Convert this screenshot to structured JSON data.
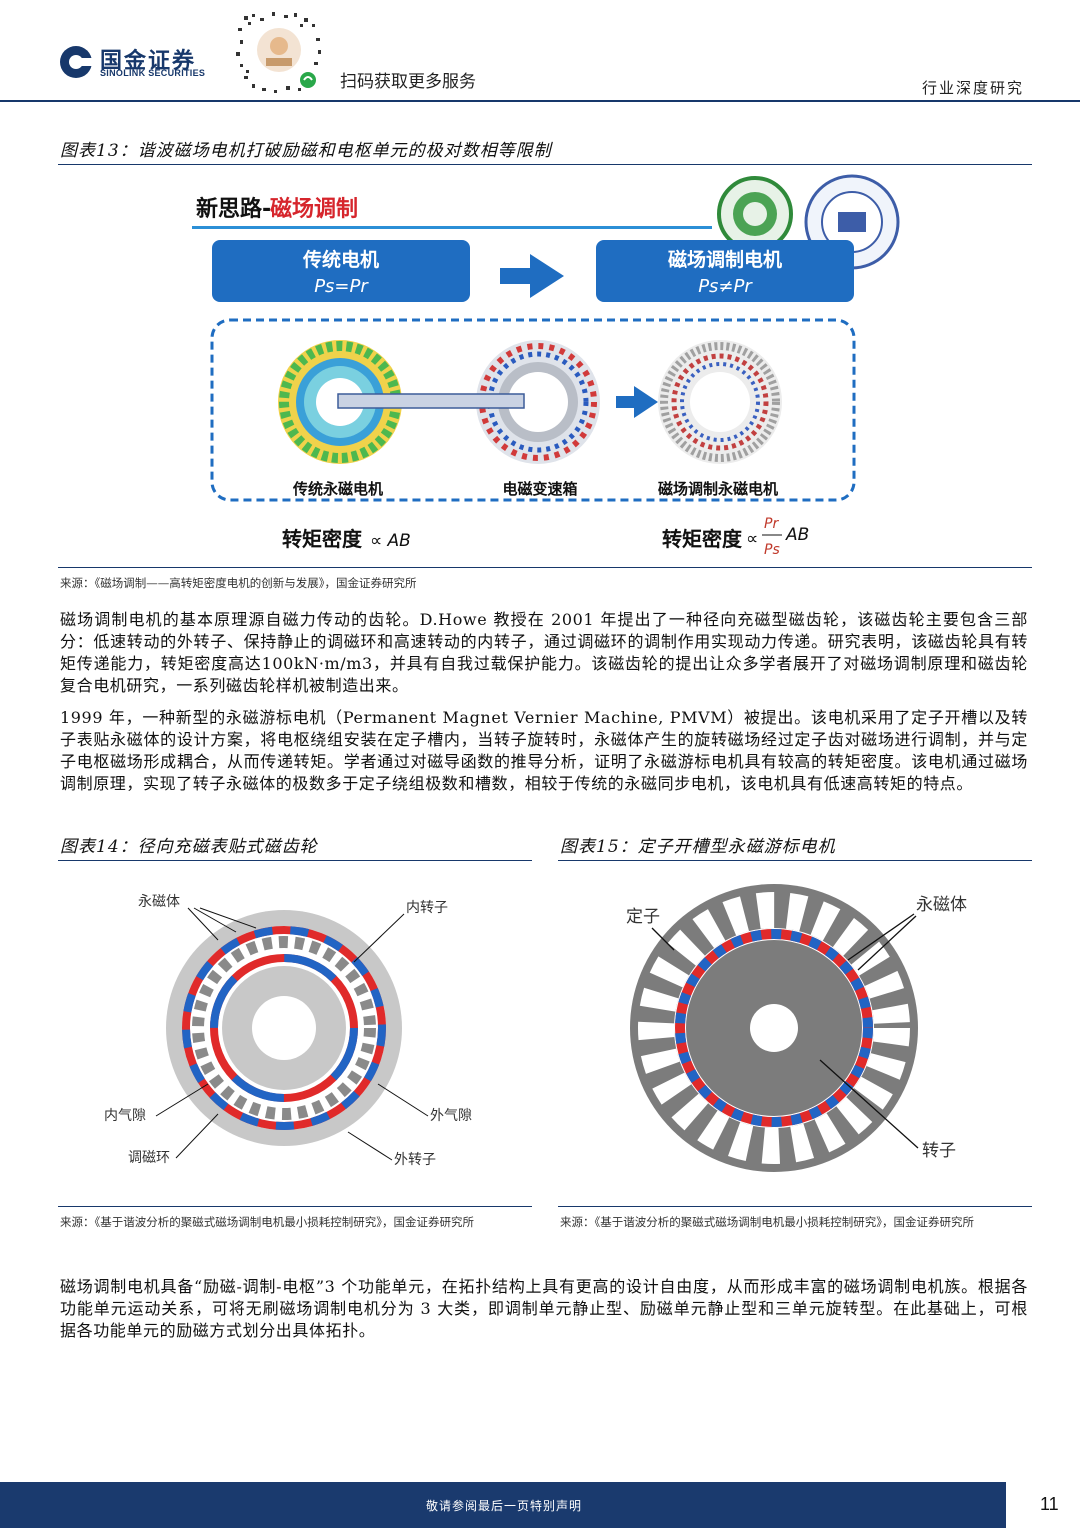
{
  "header": {
    "brand_cn": "国金证券",
    "brand_en": "SINOLINK SECURITIES",
    "scan_text": "扫码获取更多服务",
    "report_type": "行业深度研究"
  },
  "figure13": {
    "title": "图表13：谐波磁场电机打破励磁和电枢单元的极对数相等限制",
    "heading_prefix": "新思路-",
    "heading_highlight": "磁场调制",
    "box_left_title": "传统电机",
    "box_left_formula": "Ps=Pr",
    "box_right_title": "磁场调制电机",
    "box_right_formula": "Ps≠Pr",
    "label_1": "传统永磁电机",
    "label_2": "电磁变速箱",
    "label_3": "磁场调制永磁电机",
    "torque_left_label": "转矩密度",
    "torque_left_formula": "∝ AB",
    "torque_right_label": "转矩密度",
    "torque_right_num": "Pr",
    "torque_right_den": "Ps",
    "torque_right_prop": "∝",
    "torque_right_ab": "AB",
    "source": "来源：《磁场调制——高转矩密度电机的创新与发展》，国金证券研究所"
  },
  "paragraphs": {
    "p1": "磁场调制电机的基本原理源自磁力传动的齿轮。D.Howe 教授在 2001 年提出了一种径向充磁型磁齿轮，该磁齿轮主要包含三部分：低速转动的外转子、保持静止的调磁环和高速转动的内转子，通过调磁环的调制作用实现动力传递。研究表明，该磁齿轮具有转矩传递能力，转矩密度高达100kN·m/m3，并具有自我过载保护能力。该磁齿轮的提出让众多学者展开了对磁场调制原理和磁齿轮复合电机研究，一系列磁齿轮样机被制造出来。",
    "p2": "1999 年，一种新型的永磁游标电机（Permanent Magnet Vernier Machine, PMVM）被提出。该电机采用了定子开槽以及转子表贴永磁体的设计方案，将电枢绕组安装在定子槽内，当转子旋转时，永磁体产生的旋转磁场经过定子齿对磁场进行调制，并与定子电枢磁场形成耦合，从而传递转矩。学者通过对磁导函数的推导分析，证明了永磁游标电机具有较高的转矩密度。该电机通过磁场调制原理，实现了转子永磁体的极数多于定子绕组极数和槽数，相较于传统的永磁同步电机，该电机具有低速高转矩的特点。",
    "p3": "磁场调制电机具备“励磁-调制-电枢”3 个功能单元，在拓扑结构上具有更高的设计自由度，从而形成丰富的磁场调制电机族。根据各功能单元运动关系，可将无刷磁场调制电机分为 3 大类，即调制单元静止型、励磁单元静止型和三单元旋转型。在此基础上，可根据各功能单元的励磁方式划分出具体拓扑。"
  },
  "figure14": {
    "title": "图表14：径向充磁表贴式磁齿轮",
    "label_pm": "永磁体",
    "label_inner_rotor": "内转子",
    "label_inner_gap": "内气隙",
    "label_outer_gap": "外气隙",
    "label_mod_ring": "调磁环",
    "label_outer_rotor": "外转子",
    "source": "来源：《基于谐波分析的聚磁式磁场调制电机最小损耗控制研究》，国金证券研究所"
  },
  "figure15": {
    "title": "图表15：定子开槽型永磁游标电机",
    "label_stator": "定子",
    "label_pm": "永磁体",
    "label_rotor": "转子",
    "source": "来源：《基于谐波分析的聚磁式磁场调制电机最小损耗控制研究》，国金证券研究所"
  },
  "footer": {
    "disclaimer": "敬请参阅最后一页特别声明",
    "page_number": "11"
  }
}
